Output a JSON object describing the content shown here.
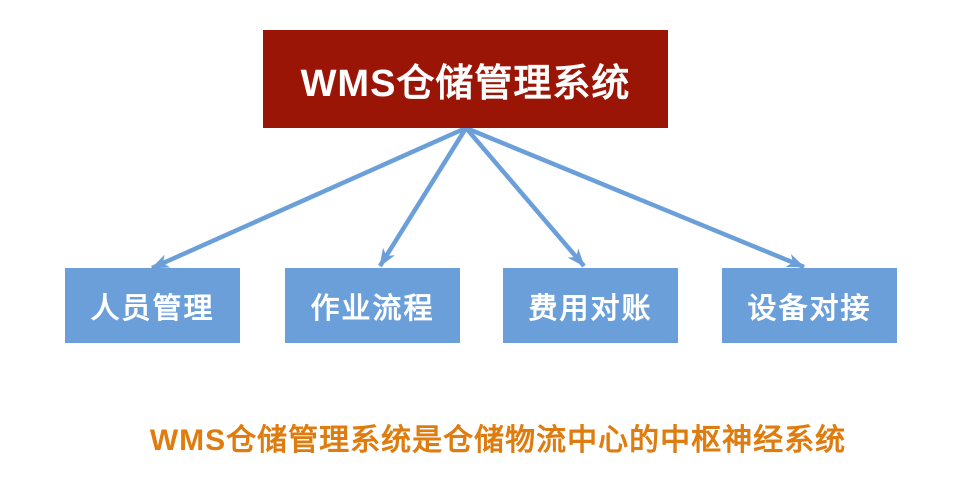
{
  "diagram": {
    "root": {
      "label": "WMS仓储管理系统"
    },
    "children": [
      {
        "label": "人员管理"
      },
      {
        "label": "作业流程"
      },
      {
        "label": "费用对账"
      },
      {
        "label": "设备对接"
      }
    ],
    "caption": "WMS仓储管理系统是仓储物流中心的中枢神经系统",
    "colors": {
      "background": "#FFFFFF",
      "root_bg": "#9B1507",
      "child_bg": "#6B9FD9",
      "arrow": "#6B9FD9",
      "caption_text": "#DF7C0F",
      "box_text": "#FFFFFF"
    }
  }
}
